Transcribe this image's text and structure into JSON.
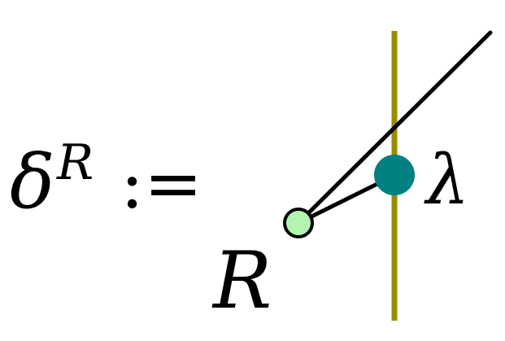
{
  "formula": {
    "symbol": "δ",
    "superscript": "R",
    "operator": ":="
  },
  "labels": {
    "root": "R",
    "node": "λ"
  },
  "colors": {
    "vertical_line": "#9a8a00",
    "node_fill": "#008080",
    "root_fill": "#b3f5b0",
    "stroke": "#000000"
  }
}
